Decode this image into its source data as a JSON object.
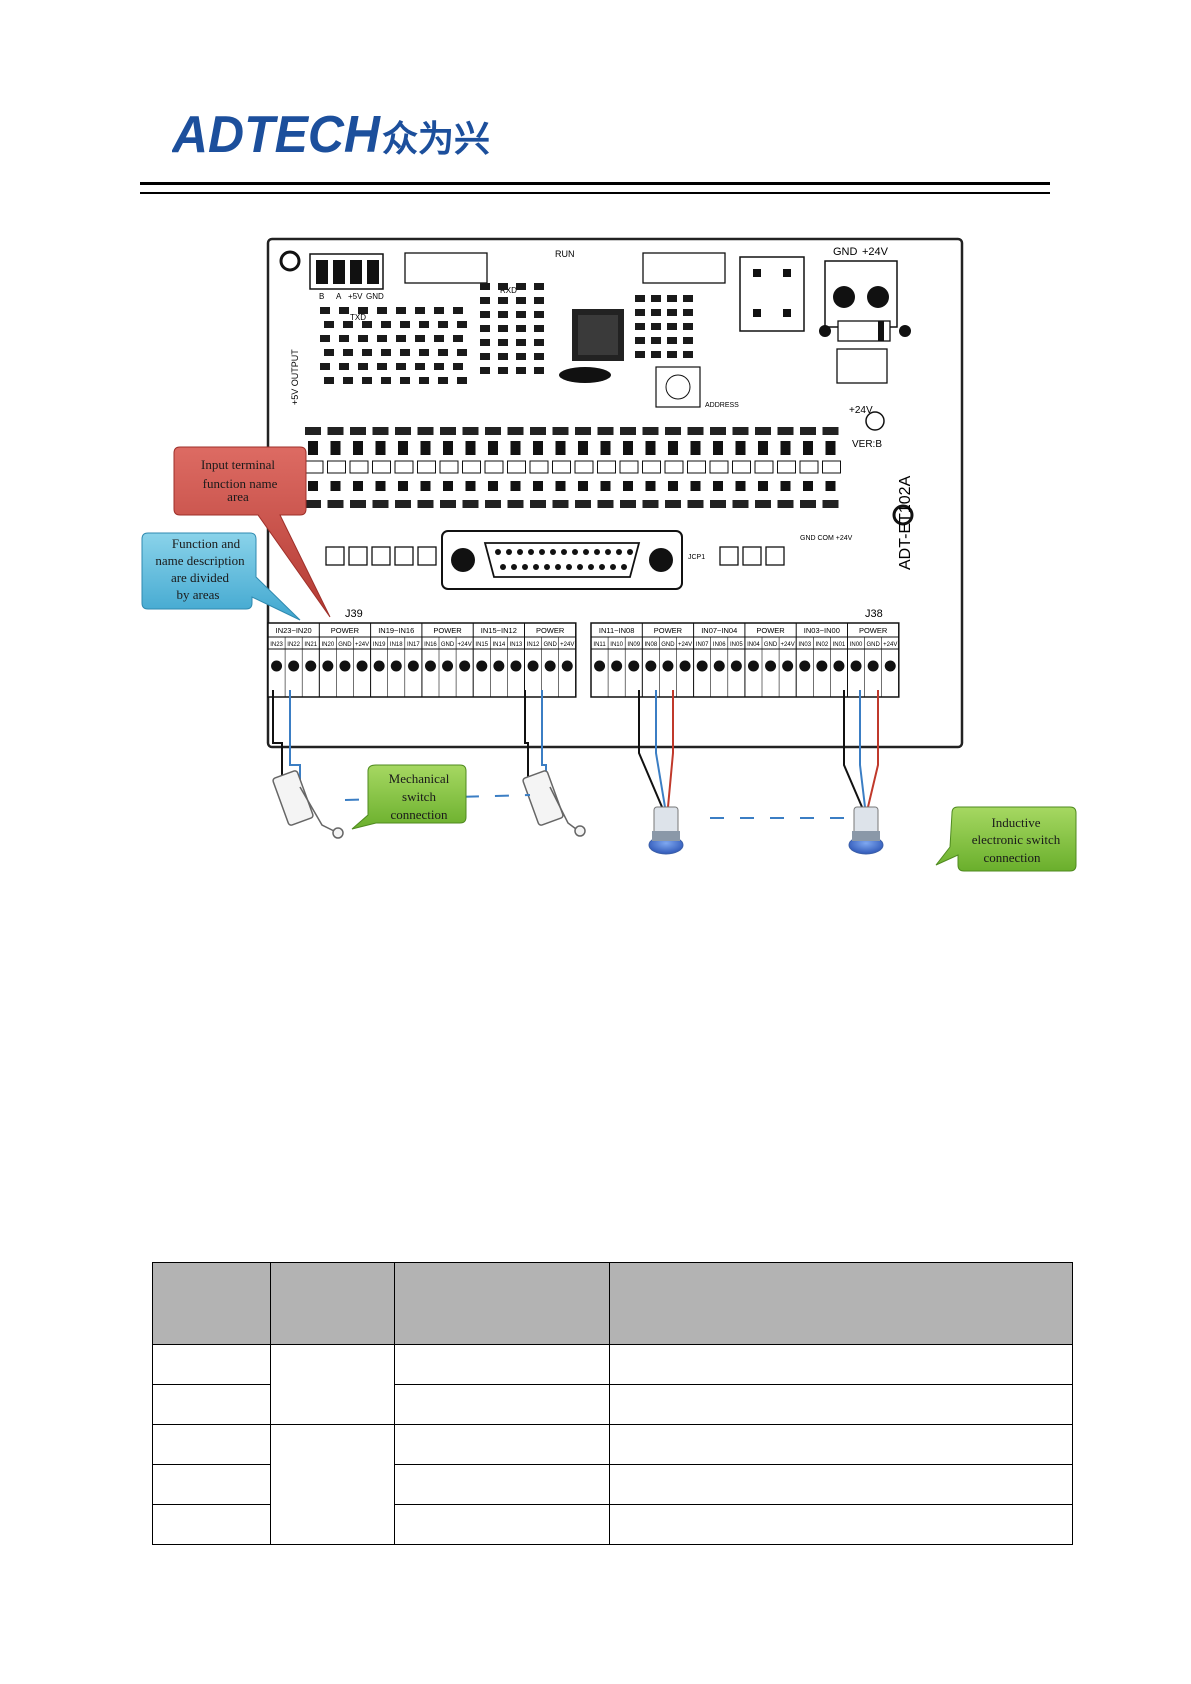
{
  "header": {
    "logo_latin": "ADTECH",
    "logo_cjk": "众为兴",
    "logo_color": "#1c4f9c"
  },
  "figure": {
    "board_model": "ADT-ET102A",
    "board_version": "VER:B",
    "power_terminal_labels": [
      "GND",
      "+24V"
    ],
    "rs485_labels": [
      "B",
      "A",
      "+5V",
      "GND"
    ],
    "output_label": "+5V OUTPUT",
    "run_label": "RUN",
    "rxd_label": "RXD",
    "txd_label": "TXD",
    "address_label": "ADDRESS",
    "indicator_label": "+24V",
    "com_labels": "GND COM +24V",
    "connector_left": "J39",
    "connector_right": "J38",
    "connector_db": "JCP1",
    "group_headers": [
      "IN23~IN20",
      "POWER",
      "IN19~IN16",
      "POWER",
      "IN15~IN12",
      "POWER",
      "IN11~IN08",
      "POWER",
      "IN07~IN04",
      "POWER",
      "IN03~IN00",
      "POWER"
    ],
    "pin_labels_left": [
      "IN23",
      "IN22",
      "IN21",
      "IN20",
      "GND",
      "+24V",
      "IN19",
      "IN18",
      "IN17",
      "IN16",
      "GND",
      "+24V",
      "IN15",
      "IN14",
      "IN13",
      "IN12",
      "GND",
      "+24V"
    ],
    "pin_labels_right": [
      "IN11",
      "IN10",
      "IN09",
      "IN08",
      "GND",
      "+24V",
      "IN07",
      "IN06",
      "IN05",
      "IN04",
      "GND",
      "+24V",
      "IN03",
      "IN02",
      "IN01",
      "IN00",
      "GND",
      "+24V"
    ],
    "callouts": {
      "input_terminal": [
        "Input terminal",
        "function name",
        "area"
      ],
      "function_desc": [
        "Function and",
        "name description",
        "are divided",
        "by areas"
      ],
      "mechanical": [
        "Mechanical",
        "switch",
        "connection"
      ],
      "inductive": [
        "Inductive",
        "electronic switch",
        "connection"
      ]
    },
    "colors": {
      "red_callout": "#c9463f",
      "blue_callout": "#5ab9da",
      "green_callout": "#7cbf3c",
      "wire_blue": "#3b7ec4",
      "wire_red": "#c0392b",
      "sensor_blue": "#2f63c9"
    }
  },
  "table": {
    "header_fill": "#b3b3b3",
    "columns": 4,
    "rows": 5
  }
}
